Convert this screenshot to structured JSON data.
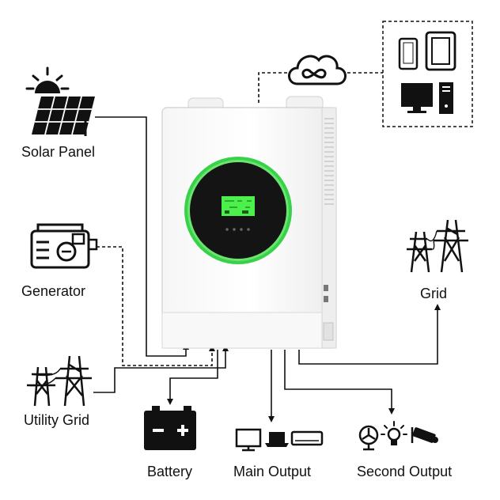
{
  "labels": {
    "solar_panel": "Solar Panel",
    "generator": "Generator",
    "utility_grid": "Utility Grid",
    "grid": "Grid",
    "battery": "Battery",
    "main_output": "Main Output",
    "second_output": "Second Output"
  },
  "colors": {
    "ring_green": "#37d24a",
    "lcd_green": "#4cf04a",
    "screen_black": "#111111",
    "line": "#111111"
  },
  "icons": {
    "solar": "solar-panel-icon",
    "generator": "generator-icon",
    "utility": "power-tower-icon",
    "grid": "power-tower-icon",
    "battery": "battery-icon",
    "main_output": "monitor-laptop-ac-icons",
    "second_output": "fan-bulb-camera-icons",
    "cloud": "cloud-icon",
    "devices": "phone-tablet-computer-icons"
  }
}
